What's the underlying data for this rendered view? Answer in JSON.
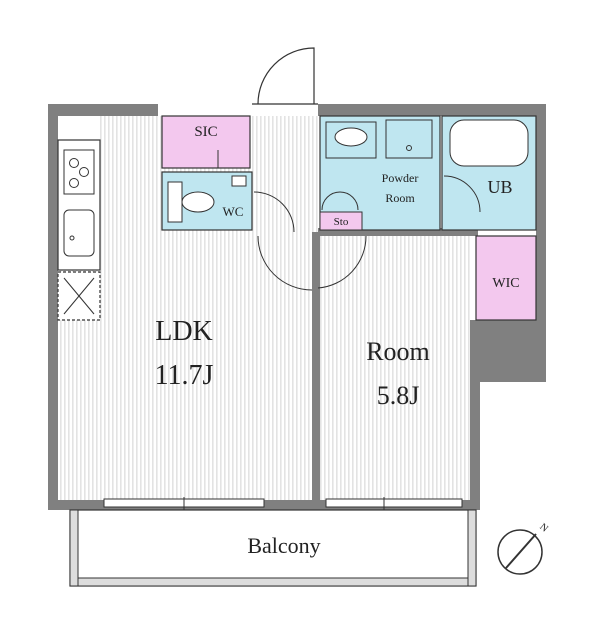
{
  "colors": {
    "wall": "#808080",
    "floor_stripe": "#e3e3e3",
    "wet_area": "#bfe6f0",
    "storage": "#f3c8ee",
    "line": "#333333",
    "balcony_rail": "#dddddd"
  },
  "rooms": {
    "ldk": {
      "name": "LDK",
      "size": "11.7J"
    },
    "room": {
      "name": "Room",
      "size": "5.8J"
    },
    "sic": {
      "name": "SIC"
    },
    "wc": {
      "name": "WC"
    },
    "powder": {
      "name_line1": "Powder",
      "name_line2": "Room"
    },
    "sto": {
      "name": "Sto"
    },
    "ub": {
      "name": "UB"
    },
    "wic": {
      "name": "WIC"
    },
    "balcony": {
      "name": "Balcony"
    }
  },
  "icons": [
    "stove-icon",
    "sink-icon",
    "washer-pan-icon",
    "toilet-icon",
    "washbasin-icon",
    "bathtub-icon",
    "north-arrow-icon"
  ],
  "compass": {
    "letter": "N"
  }
}
